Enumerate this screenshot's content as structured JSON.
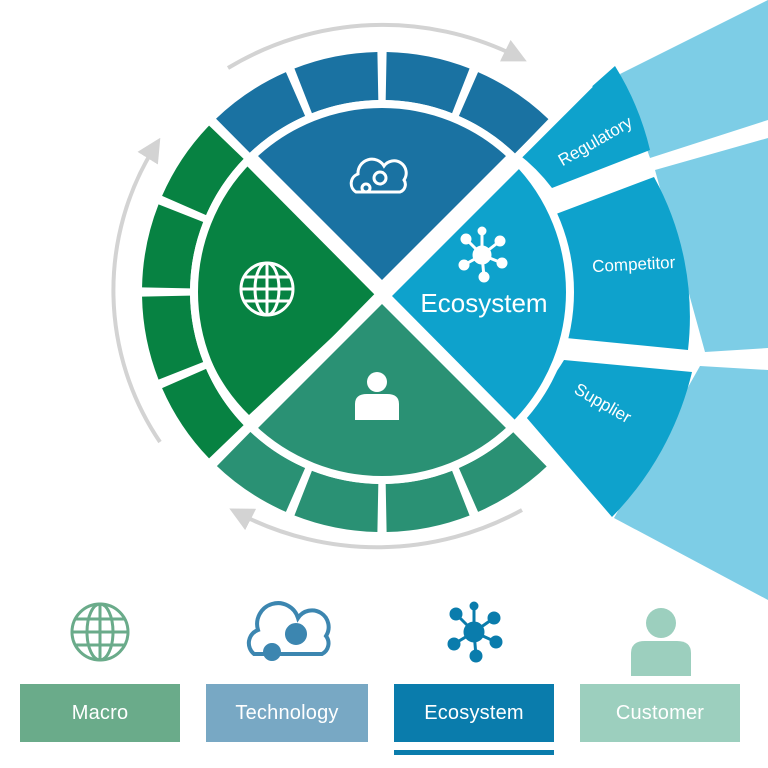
{
  "wheel": {
    "center_label": "Ecosystem",
    "fan_labels": [
      "Regulatory",
      "Competitor",
      "Supplier"
    ],
    "quadrant_icons": {
      "technology": "cloud-gears-icon",
      "macro": "globe-icon",
      "ecosystem": "network-nodes-icon",
      "customer": "person-icon"
    }
  },
  "tabs": [
    {
      "label": "Macro",
      "icon": "globe-icon",
      "color": "#6aab8a",
      "icon_color": "#6aab8a",
      "selected": false
    },
    {
      "label": "Technology",
      "icon": "cloud-gears-icon",
      "color": "#78a8c4",
      "icon_color": "#3c86b0",
      "selected": false
    },
    {
      "label": "Ecosystem",
      "icon": "network-nodes-icon",
      "color": "#0a7cac",
      "icon_color": "#0a7cac",
      "selected": true
    },
    {
      "label": "Customer",
      "icon": "person-icon",
      "color": "#9ccfbe",
      "icon_color": "#9ccfbe",
      "selected": false
    }
  ],
  "colors": {
    "technology": "#1a72a2",
    "macro": "#078242",
    "ecosystem": "#0ea2cc",
    "customer": "#2a9174",
    "fan_light": "#7dcde6",
    "arrow": "#d3d3d3",
    "underline": "#0a7cac"
  }
}
